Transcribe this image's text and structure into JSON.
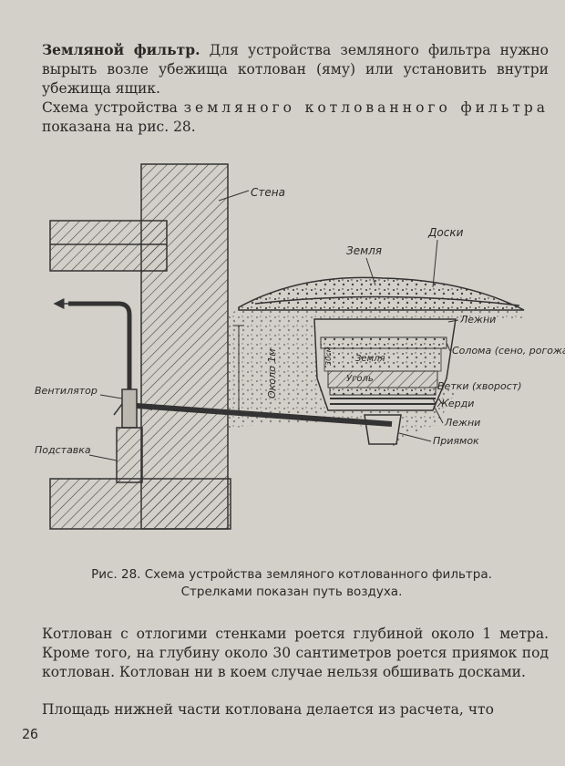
{
  "text": {
    "p1_heading": "Земляной фильтр.",
    "p1_body": " Для устройства земляного фильтра нужно вырыть возле убежища котлован (яму) или установить внутри убежища ящик.",
    "p2_start": "Схема устройства ",
    "p2_spaced": "земляного котлованного фильтра",
    "p2_end": " показана на рис. 28.",
    "caption_line1": "Рис. 28. Схема устройства земляного котлованного фильтра.",
    "caption_line2": "Стрелками показан путь воздуха.",
    "p3": "Котлован с отлогими стенками роется глубиной около 1 метра. Кроме того, на глубину около 30 сантиметров роется приямок под котлован. Котлован ни в коем случае нельзя обшивать досками.",
    "p4": "Площадь нижней части котлована делается из расчета, что",
    "page_number": "26"
  },
  "figure_labels": {
    "wall": "Стена",
    "boards": "Доски",
    "earth_top": "Земля",
    "ventilator": "Вентилятор",
    "stand": "Подставка",
    "depth": "Около 1м",
    "logs_top": "Лежни",
    "straw": "Солома (сено, рогожа)",
    "earth_inner": "Земля",
    "coal": "Уголь",
    "depth_small": "30см",
    "branches": "Ветки (хворост)",
    "poles": "Жерди",
    "logs_bottom": "Лежни",
    "pit": "Приямок"
  }
}
